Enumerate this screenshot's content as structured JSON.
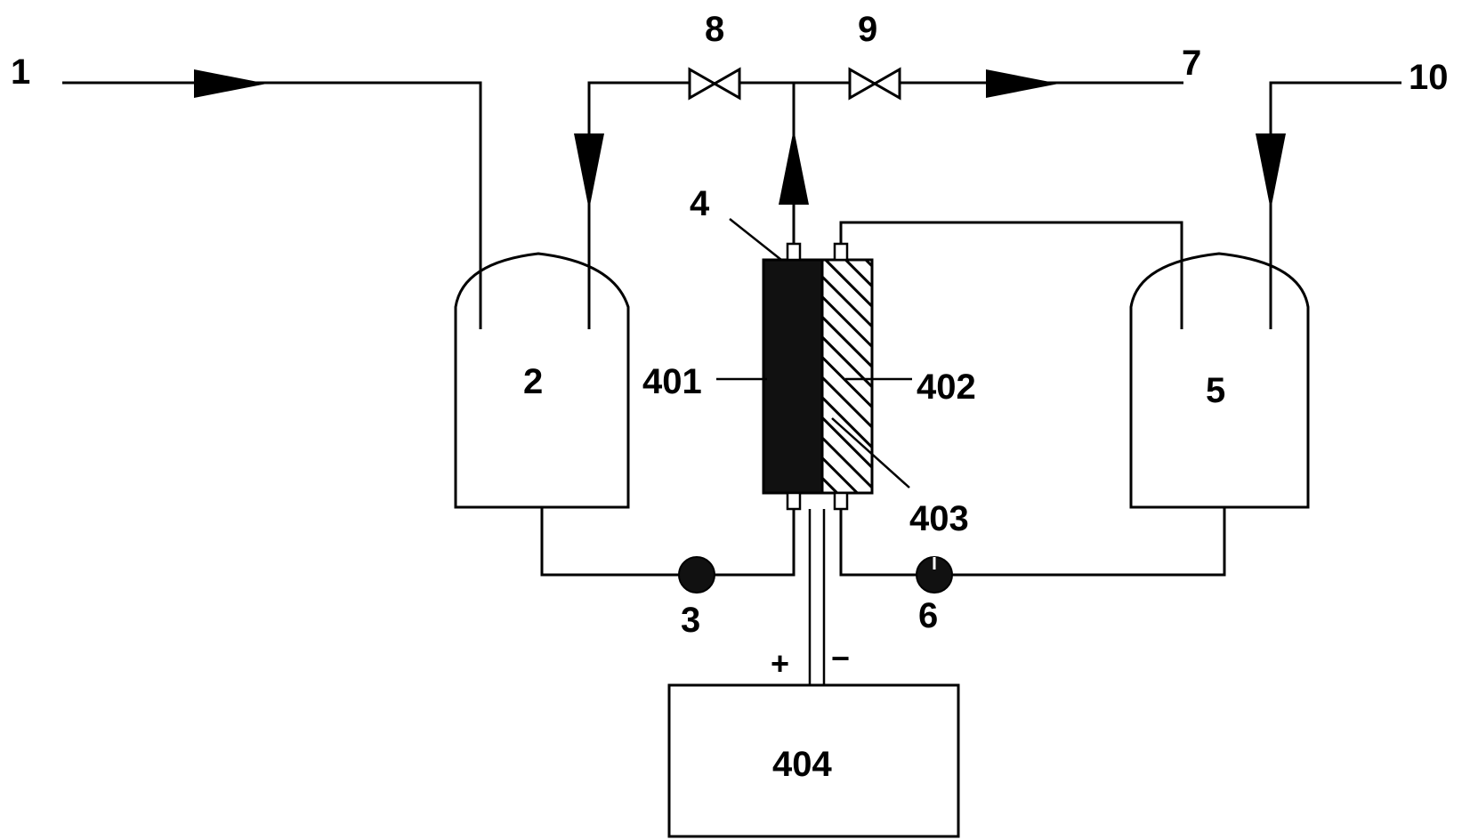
{
  "labels": {
    "feed_inlet": "1",
    "tank_left": "2",
    "pump_left": "3",
    "cell": "4",
    "anode_chamber": "401",
    "cathode_chamber": "402",
    "membrane": "403",
    "power_supply": "404",
    "tank_right": "5",
    "pump_right": "6",
    "outlet": "7",
    "valve_left": "8",
    "valve_right": "9",
    "right_inlet": "10",
    "plus": "+",
    "minus": "−"
  },
  "colors": {
    "line": "#000000",
    "background": "#ffffff",
    "anode_fill": "#111111"
  }
}
